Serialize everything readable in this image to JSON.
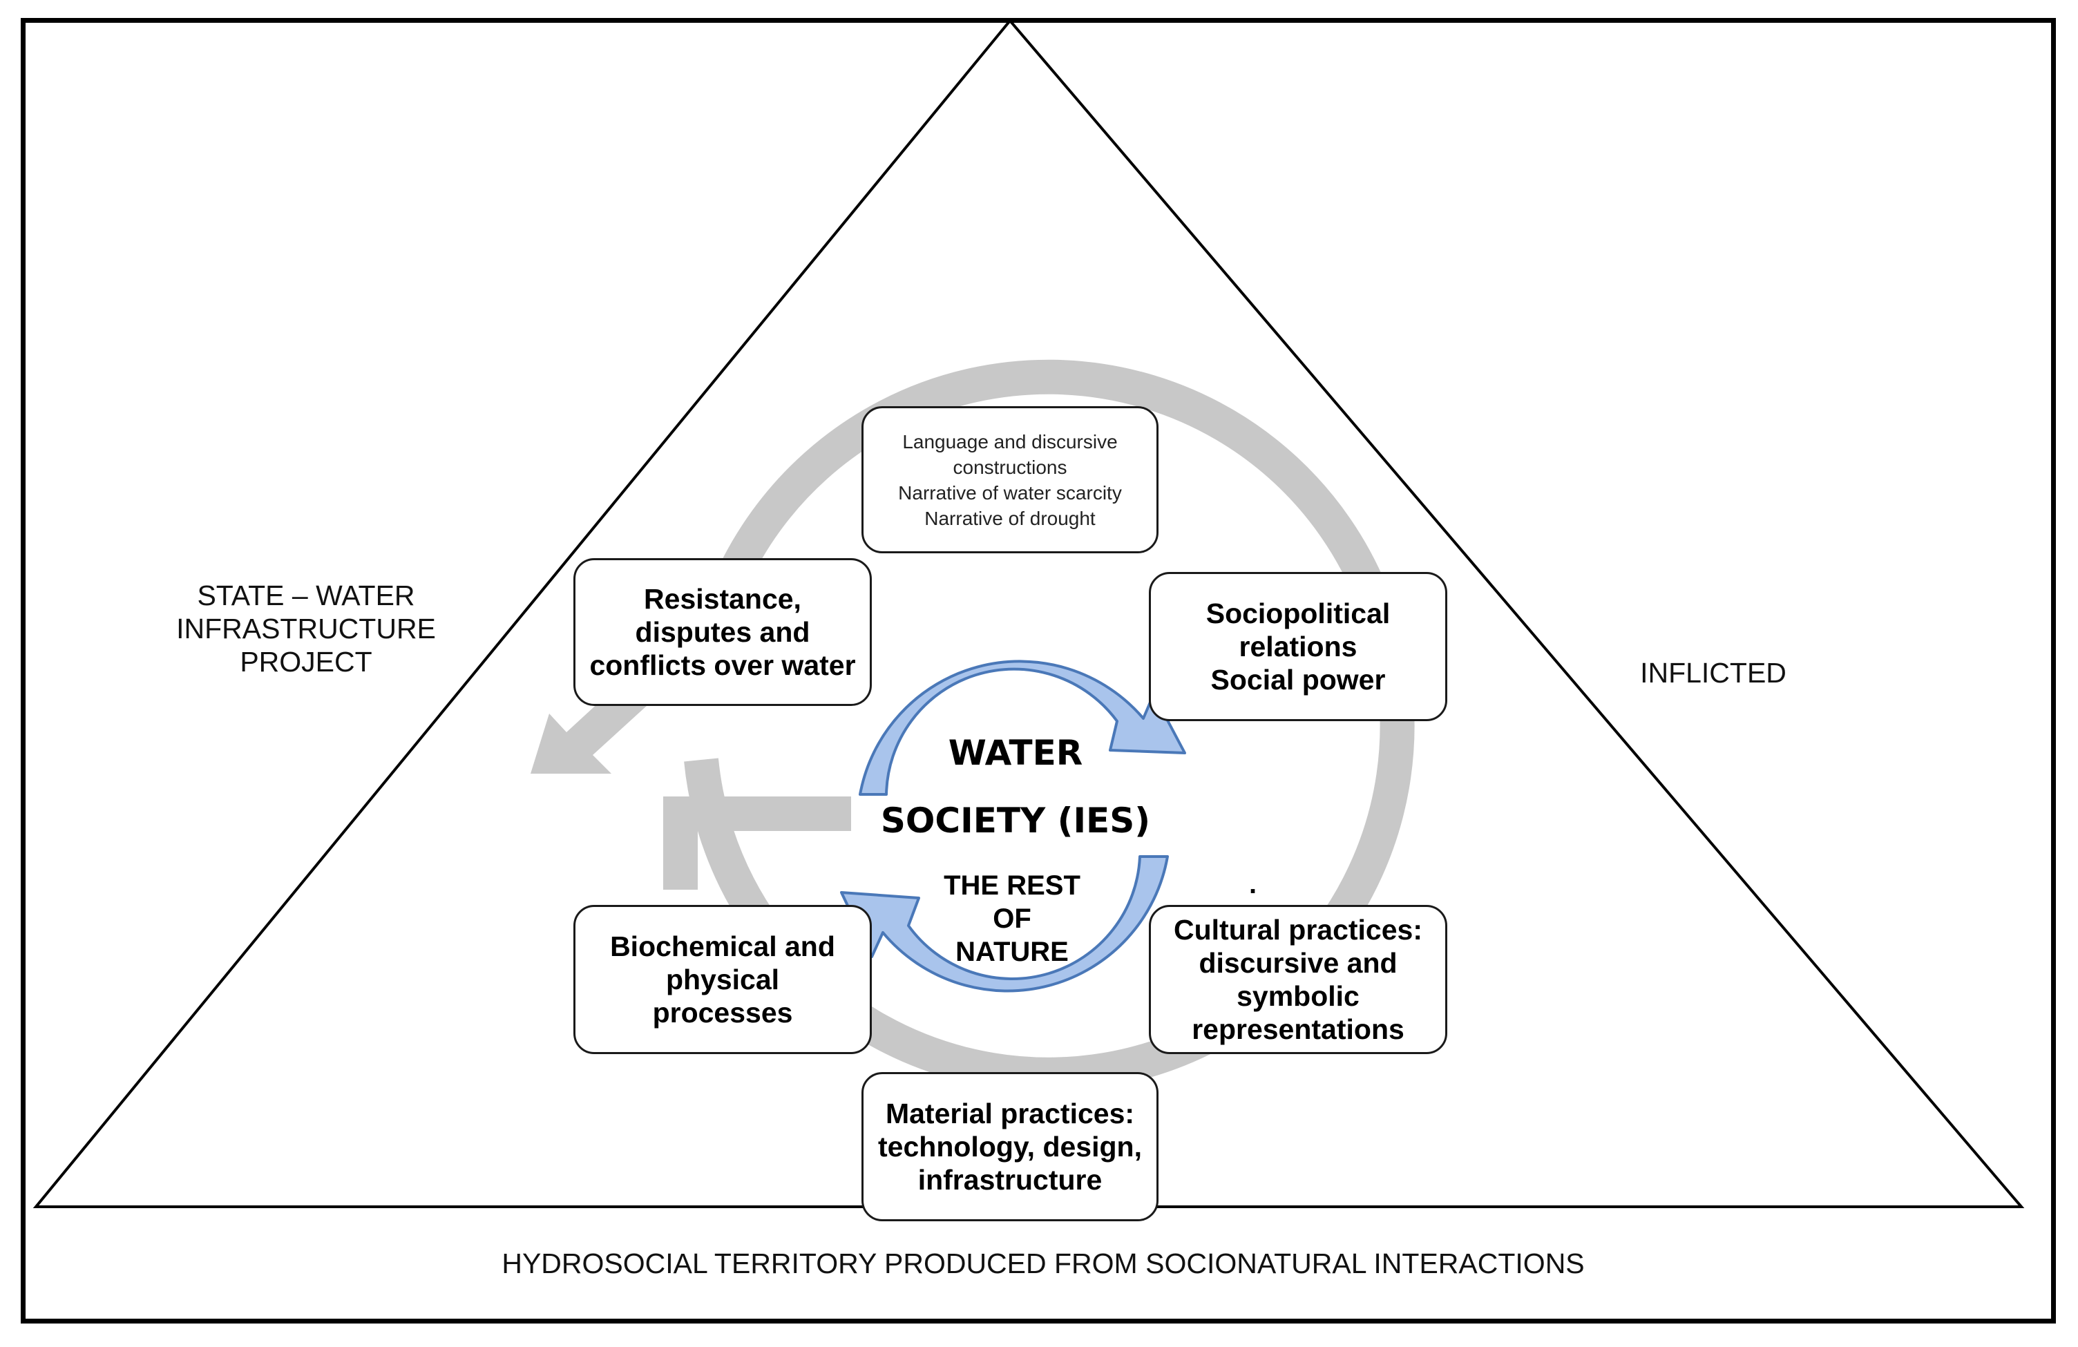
{
  "diagram": {
    "corner_left": "STATE – WATER\nINFRASTRUCTURE\nPROJECT",
    "corner_right": "INFLICTED",
    "bottom_caption": "HYDROSOCIAL TERRITORY PRODUCED FROM SOCIONATURAL INTERACTIONS",
    "center": {
      "water": "WATER",
      "society": "SOCIETY (IES)",
      "rest_of_nature": "THE REST\nOF\nNATURE"
    },
    "boxes": {
      "language": "Language and discursive\nconstructions\nNarrative of water scarcity\nNarrative of drought",
      "resistance": "Resistance,\ndisputes and\nconflicts over water",
      "sociopolitical": "Sociopolitical\nrelations\nSocial power",
      "biochemical": "Biochemical and\nphysical\nprocesses",
      "cultural": "Cultural practices:\ndiscursive and\nsymbolic\nrepresentations",
      "material": "Material practices:\ntechnology, design,\ninfrastructure"
    },
    "colors": {
      "cycle_arrow_fill": "#a9c4ec",
      "cycle_arrow_stroke": "#4a78b8",
      "ring_gray": "#c8c8c8",
      "outline": "#000000"
    },
    "icons": {
      "outer": "triangle",
      "ring": "gray-ring-arrow",
      "center": "circular-double-arrow"
    }
  }
}
